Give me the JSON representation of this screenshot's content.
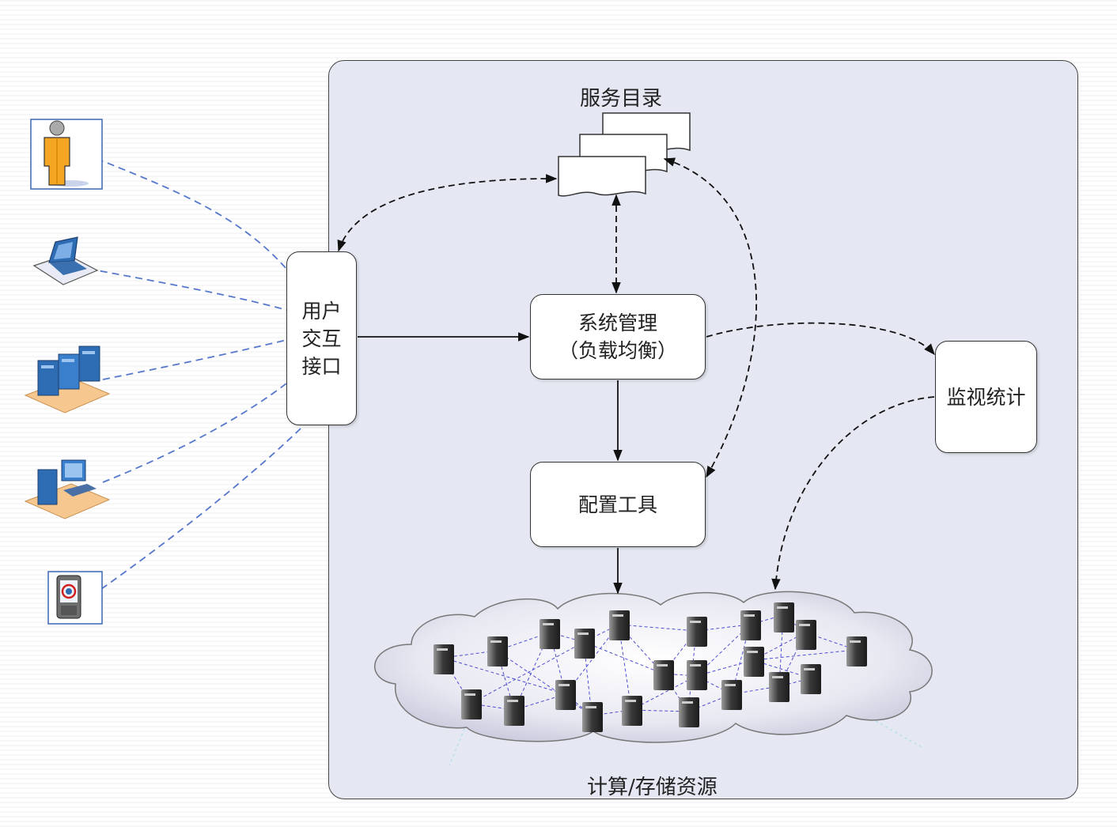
{
  "labels": {
    "service_catalog": "服务目录",
    "compute_storage": "计算/存储资源"
  },
  "boxes": {
    "user_interface": [
      "用户",
      "交互",
      "接口"
    ],
    "system_management": [
      "系统管理",
      "（负载均衡）"
    ],
    "config_tools": "配置工具",
    "monitoring": "监视统计"
  },
  "devices": [
    {
      "icon": "user-person-icon"
    },
    {
      "icon": "laptop-icon"
    },
    {
      "icon": "server-cluster-icon"
    },
    {
      "icon": "workstation-icon"
    },
    {
      "icon": "mobile-phone-icon"
    }
  ],
  "colors": {
    "panel": "#e5e8f2",
    "device_link": "#5577cc",
    "arrow": "#111111",
    "cloud": "#dcdcec",
    "person_orange": "#f5a623",
    "device_blue": "#2e6db4",
    "platform_orange": "#f6c890"
  }
}
